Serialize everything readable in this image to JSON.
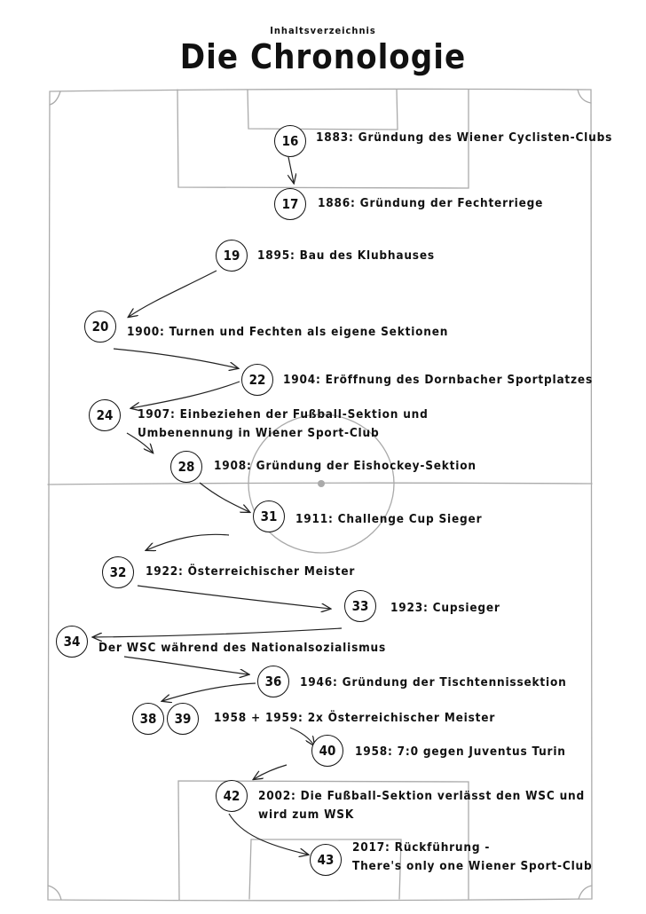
{
  "header": {
    "kicker": "Inhaltsverzeichnis",
    "title": "Die Chronologie"
  },
  "entries": [
    {
      "page": "16",
      "text": "1883: Gründung des\nWiener Cyclisten-Clubs"
    },
    {
      "page": "17",
      "text": "1886: Gründung der Fechterriege"
    },
    {
      "page": "19",
      "text": "1895: Bau des Klubhauses"
    },
    {
      "page": "20",
      "text": "1900: Turnen und Fechten als eigene Sektionen"
    },
    {
      "page": "22",
      "text": "1904: Eröffnung des Dornbacher Sportplatzes"
    },
    {
      "page": "24",
      "text": "1907: Einbeziehen der Fußball-Sektion und\nUmbenennung in Wiener Sport-Club"
    },
    {
      "page": "28",
      "text": "1908: Gründung der Eishockey-Sektion"
    },
    {
      "page": "31",
      "text": "1911: Challenge Cup Sieger"
    },
    {
      "page": "32",
      "text": "1922: Österreichischer Meister"
    },
    {
      "page": "33",
      "text": "1923: Cupsieger"
    },
    {
      "page": "34",
      "text": "Der WSC während des Nationalsozialismus"
    },
    {
      "page": "36",
      "text": "1946: Gründung der Tischtennissektion"
    },
    {
      "page": "38",
      "text": ""
    },
    {
      "page": "39",
      "text": "1958 + 1959: 2x Österreichischer Meister"
    },
    {
      "page": "40",
      "text": "1958: 7:0 gegen Juventus Turin"
    },
    {
      "page": "42",
      "text": "2002: Die Fußball-Sektion verlässt den WSC und\nwird zum WSK"
    },
    {
      "page": "43",
      "text": "2017: Rückführung -\nThere's only one Wiener Sport-Club"
    }
  ]
}
